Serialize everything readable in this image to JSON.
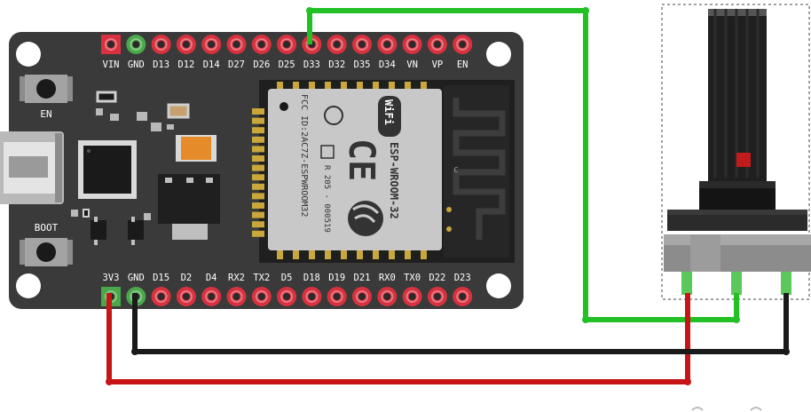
{
  "board": {
    "top_pins": [
      "VIN",
      "GND",
      "D13",
      "D12",
      "D14",
      "D27",
      "D26",
      "D25",
      "D33",
      "D32",
      "D35",
      "D34",
      "VN",
      "VP",
      "EN"
    ],
    "bottom_pins": [
      "3V3",
      "GND",
      "D15",
      "D2",
      "D4",
      "RX2",
      "TX2",
      "D5",
      "D18",
      "D19",
      "D21",
      "RX0",
      "TX0",
      "D22",
      "D23"
    ],
    "buttons": [
      "EN",
      "BOOT"
    ],
    "module": {
      "brand": "WiFi",
      "model": "ESP-WROOM-32",
      "fcc": "FCC ID:2AC7Z-ESPWROOM32",
      "cert": "R 205 - 000519",
      "antenna_mark": "C"
    }
  },
  "colors": {
    "board": "#3a3a3a",
    "pin_red": "#d9323f",
    "pin_green": "#4aa84a",
    "wire_green": "#22c025",
    "wire_red": "#c71515",
    "wire_black": "#1a1a1a",
    "module_shield": "#c8c8c8"
  }
}
